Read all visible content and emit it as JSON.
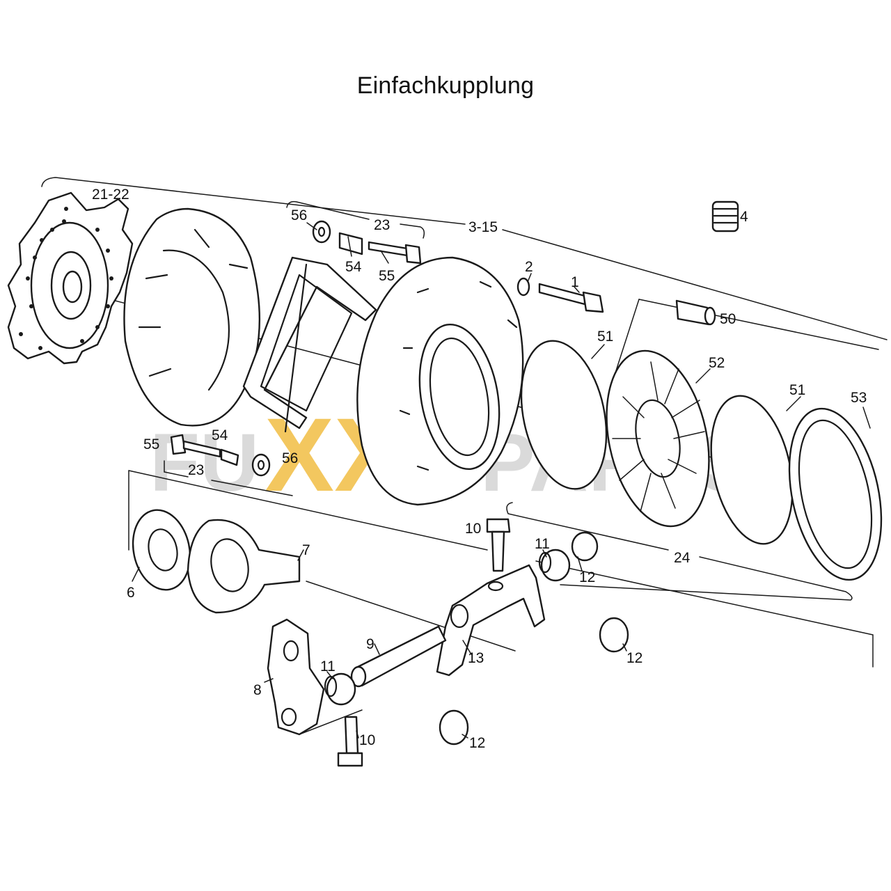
{
  "title": "Einfachkupplung",
  "watermark": {
    "left": "FU",
    "middle": "XX",
    "right": "PARTS",
    "accent_color": "#f2c14e",
    "gray_color": "#cfcfcf"
  },
  "labels": {
    "l_21_22": "21-22",
    "l_56a": "56",
    "l_23a": "23",
    "l_54a": "54",
    "l_55a": "55",
    "l_3_15": "3-15",
    "l_4": "4",
    "l_2": "2",
    "l_1": "1",
    "l_50": "50",
    "l_51a": "51",
    "l_52": "52",
    "l_51b": "51",
    "l_53": "53",
    "l_55b": "55",
    "l_54b": "54",
    "l_23b": "23",
    "l_56b": "56",
    "l_7": "7",
    "l_6": "6",
    "l_10a": "10",
    "l_11a": "11",
    "l_12a": "12",
    "l_24": "24",
    "l_12b": "12",
    "l_9": "9",
    "l_13": "13",
    "l_11b": "11",
    "l_8": "8",
    "l_10b": "10",
    "l_12c": "12"
  }
}
